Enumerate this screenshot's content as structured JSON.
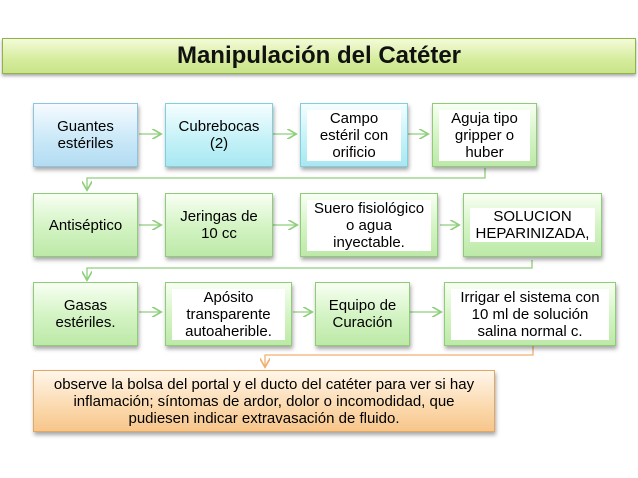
{
  "title": "Manipulación del Catéter",
  "rows": [
    [
      {
        "id": "guantes",
        "text": "Guantes estériles"
      },
      {
        "id": "cubrebocas",
        "text": "Cubrebocas (2)"
      },
      {
        "id": "campo",
        "text": "Campo estéril con orificio"
      },
      {
        "id": "aguja",
        "text": "Aguja tipo gripper o huber"
      }
    ],
    [
      {
        "id": "antiseptico",
        "text": "Antiséptico"
      },
      {
        "id": "jeringas",
        "text": "Jeringas de 10 cc"
      },
      {
        "id": "suero",
        "text": "Suero fisiológico o agua inyectable."
      },
      {
        "id": "solucion",
        "text": "SOLUCION HEPARINIZADA,"
      }
    ],
    [
      {
        "id": "gasas",
        "text": "Gasas estériles."
      },
      {
        "id": "aposito",
        "text": "Apósito transparente autoaherible."
      },
      {
        "id": "equipo",
        "text": "Equipo de Curación"
      },
      {
        "id": "irrigar",
        "text": "Irrigar el sistema con 10 ml de solución salina normal c."
      }
    ]
  ],
  "note": "observe la bolsa del portal y el ducto del catéter para ver si hay inflamación; síntomas de ardor, dolor o incomodidad, que pudiesen indicar extravasación de fluido.",
  "colors": {
    "connector": "#8fcf7d",
    "connector_orange": "#f0b070",
    "title_border": "#8fb44a"
  }
}
